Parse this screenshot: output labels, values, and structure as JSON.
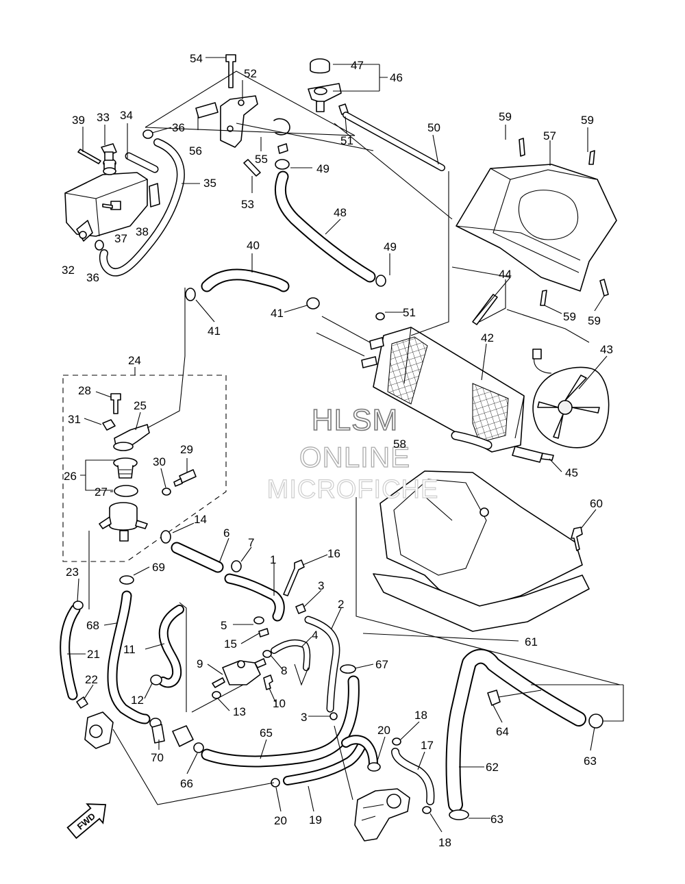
{
  "diagram": {
    "watermark": {
      "line1": "HLSM",
      "line2": "ONLINE",
      "line3": "MICROFICHE"
    },
    "direction_arrow": {
      "label": "FWD",
      "icon": "forward-arrow-icon"
    },
    "callouts": {
      "c1": "1",
      "c2": "2",
      "c3a": "3",
      "c3b": "3",
      "c4": "4",
      "c5": "5",
      "c6": "6",
      "c7": "7",
      "c8": "8",
      "c9": "9",
      "c10": "10",
      "c11": "11",
      "c12": "12",
      "c13": "13",
      "c14": "14",
      "c15": "15",
      "c16": "16",
      "c17": "17",
      "c18a": "18",
      "c18b": "18",
      "c19": "19",
      "c20a": "20",
      "c20b": "20",
      "c21": "21",
      "c22": "22",
      "c23": "23",
      "c24": "24",
      "c25": "25",
      "c26": "26",
      "c27": "27",
      "c28": "28",
      "c29": "29",
      "c30": "30",
      "c31": "31",
      "c32": "32",
      "c33": "33",
      "c34": "34",
      "c35": "35",
      "c36a": "36",
      "c36b": "36",
      "c37": "37",
      "c38": "38",
      "c39": "39",
      "c40": "40",
      "c41a": "41",
      "c41b": "41",
      "c42": "42",
      "c43": "43",
      "c44": "44",
      "c45": "45",
      "c46": "46",
      "c47": "47",
      "c48": "48",
      "c49a": "49",
      "c49b": "49",
      "c50": "50",
      "c51a": "51",
      "c51b": "51",
      "c52": "52",
      "c53": "53",
      "c54": "54",
      "c55": "55",
      "c56": "56",
      "c57": "57",
      "c58": "58",
      "c59a": "59",
      "c59b": "59",
      "c59c": "59",
      "c59d": "59",
      "c60": "60",
      "c61": "61",
      "c62": "62",
      "c63a": "63",
      "c63b": "63",
      "c64": "64",
      "c65": "65",
      "c66": "66",
      "c67": "67",
      "c68": "68",
      "c69": "69",
      "c70": "70"
    }
  }
}
